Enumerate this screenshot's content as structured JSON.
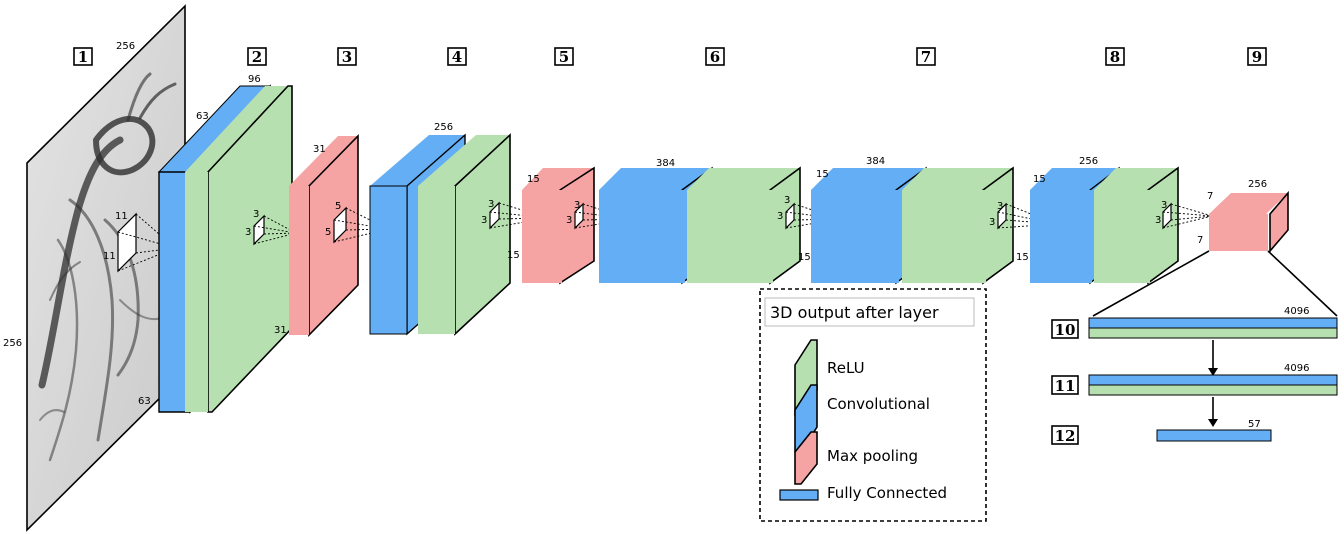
{
  "colors": {
    "relu": "#b7e0b0",
    "convolutional": "#63aef4",
    "max_pooling": "#f5a3a3",
    "fully_connected": "#63aef4",
    "input_image": "#d6d6d6"
  },
  "layer_numbers": [
    "1",
    "2",
    "3",
    "4",
    "5",
    "6",
    "7",
    "8",
    "9",
    "10",
    "11",
    "12"
  ],
  "input": {
    "width_label": "256",
    "height_label": "256",
    "kernel_w": "11",
    "kernel_h": "11"
  },
  "layer2": {
    "top_label": "96",
    "side_top": "63",
    "side_bottom": "63",
    "kernel_w": "3",
    "kernel_h": "3"
  },
  "layer3": {
    "side_top": "31",
    "side_bottom": "31",
    "kernel_w": "5",
    "kernel_h": "5"
  },
  "layer4": {
    "top_label": "256",
    "kernel_w": "3",
    "kernel_h": "3"
  },
  "layer5": {
    "side_top": "15",
    "side_bottom": "15",
    "kernel_w": "3",
    "kernel_h": "3"
  },
  "layer6": {
    "top_label": "384",
    "kernel_w": "3",
    "kernel_h": "3",
    "side_bottom": "15"
  },
  "layer7": {
    "top_label": "384",
    "side_top": "15",
    "kernel_w": "3",
    "kernel_h": "3",
    "side_bottom": "15"
  },
  "layer8": {
    "top_label": "256",
    "side_top": "15",
    "kernel_w": "3",
    "kernel_h": "3"
  },
  "layer9": {
    "top_label": "256",
    "side_top": "7",
    "side_bottom": "7"
  },
  "fc": {
    "fc10_label": "4096",
    "fc11_label": "4096",
    "fc12_label": "57"
  },
  "legend": {
    "title": "3D output after layer",
    "items": [
      {
        "label": "ReLU",
        "icon": "relu-slab-icon"
      },
      {
        "label": "Convolutional",
        "icon": "conv-slab-icon"
      },
      {
        "label": "Max pooling",
        "icon": "pool-slab-icon"
      },
      {
        "label": "Fully Connected",
        "icon": "fc-bar-icon"
      }
    ]
  }
}
